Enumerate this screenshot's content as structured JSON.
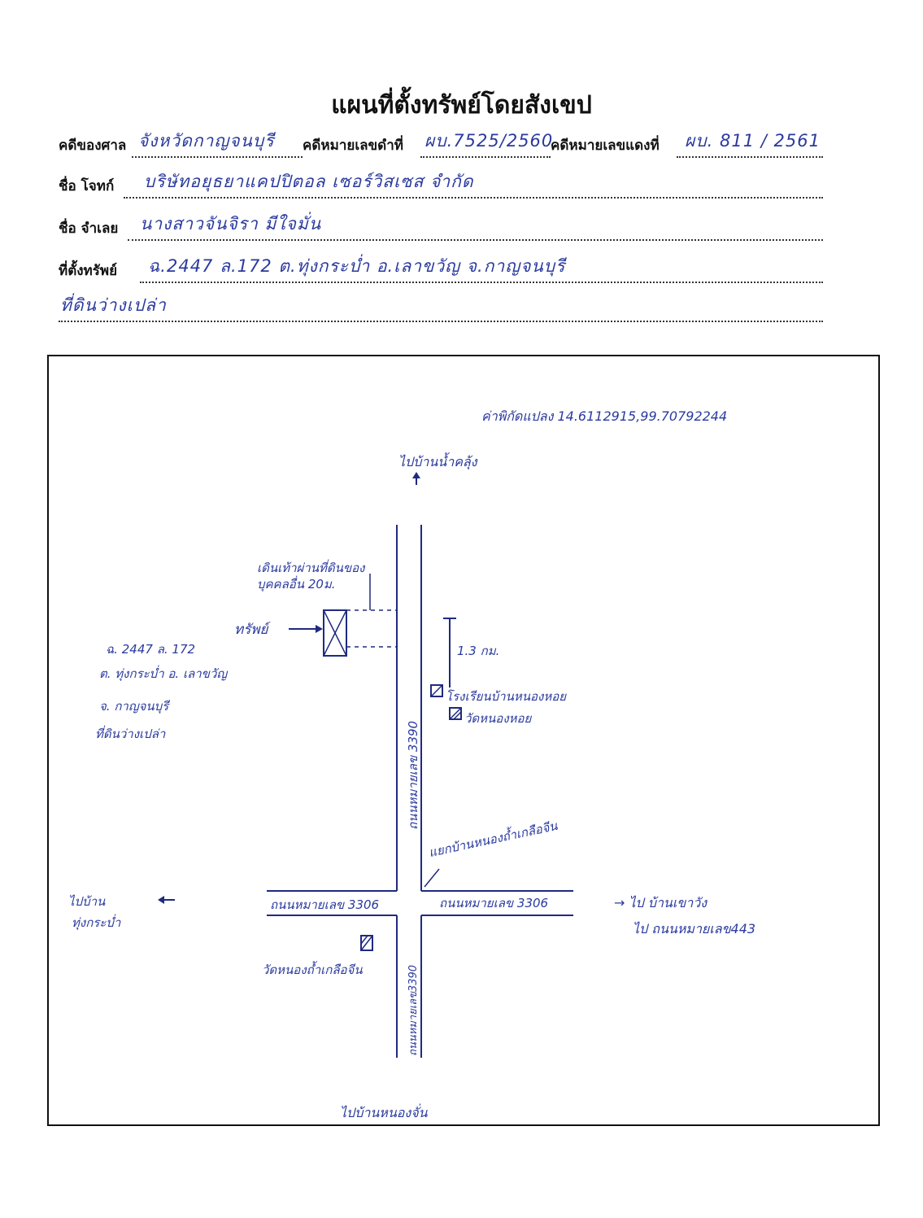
{
  "header": {
    "title": "แผนที่ตั้งทรัพย์โดยสังเขป",
    "court_label": "คดีของศาล",
    "court_value": "จังหวัดกาญจนบุรี",
    "black_case_label": "คดีหมายเลขดำที่",
    "black_case_value": "ผบ.7525/2560",
    "red_case_label": "คดีหมายเลขแดงที่",
    "red_case_value": "ผบ. 811 / 2561",
    "plaintiff_label": "ชื่อ โจทก์",
    "plaintiff_value": "บริษัทอยุธยาแคปปิตอล เซอร์วิสเซส จำกัด",
    "defendant_label": "ชื่อ จำเลย",
    "defendant_value": "นางสาวจันจิรา มีใจมั่น",
    "location_label": "ที่ตั้งทรัพย์",
    "location_value": "ฉ.2447 ล.172 ต.ทุ่งกระบ่ำ อ.เลาขวัญ จ.กาญจนบุรี",
    "location_value2": "ที่ดินว่างเปล่า"
  },
  "map": {
    "coordinates": "ค่าพิกัดแปลง 14.6112915,99.70792244",
    "north_dest": "ไปบ้านน้ำคลุ้ง",
    "south_dest": "ไปบ้านหนองจั่น",
    "west_dest_1": "ไปบ้าน",
    "west_dest_2": "ทุ่งกระบ่ำ",
    "east_dest_1": "→ ไป บ้านเขาวัง",
    "east_dest_2": "ไป ถนนหมายเลข443",
    "walkway_1": "เดินเท้าผ่านที่ดินของ",
    "walkway_2": "บุคคลอื่น 20ม.",
    "property_label": "ทรัพย์",
    "property_desc_1": "ฉ. 2447 ล. 172",
    "property_desc_2": "ต. ทุ่งกระบ่ำ อ. เลาขวัญ",
    "property_desc_3": "จ. กาญจนบุรี",
    "property_desc_4": "ที่ดินว่างเปล่า",
    "distance": "1.3 กม.",
    "school": "โรงเรียนบ้านหนองหอย",
    "temple_1": "วัดหนองหอย",
    "junction": "แยกบ้านหนองถ้ำเกลือจีน",
    "road_3390_north": "ถนนหมายเลข 3390",
    "road_3390_south": "ถนนหมายเลข3390",
    "road_3306_west": "ถนนหมายเลข 3306",
    "road_3306_east": "ถนนหมายเลข 3306",
    "temple_2": "วัดหนองถ้ำเกลือจีน"
  },
  "colors": {
    "ink": "#2a3a9e",
    "print": "#111111"
  }
}
